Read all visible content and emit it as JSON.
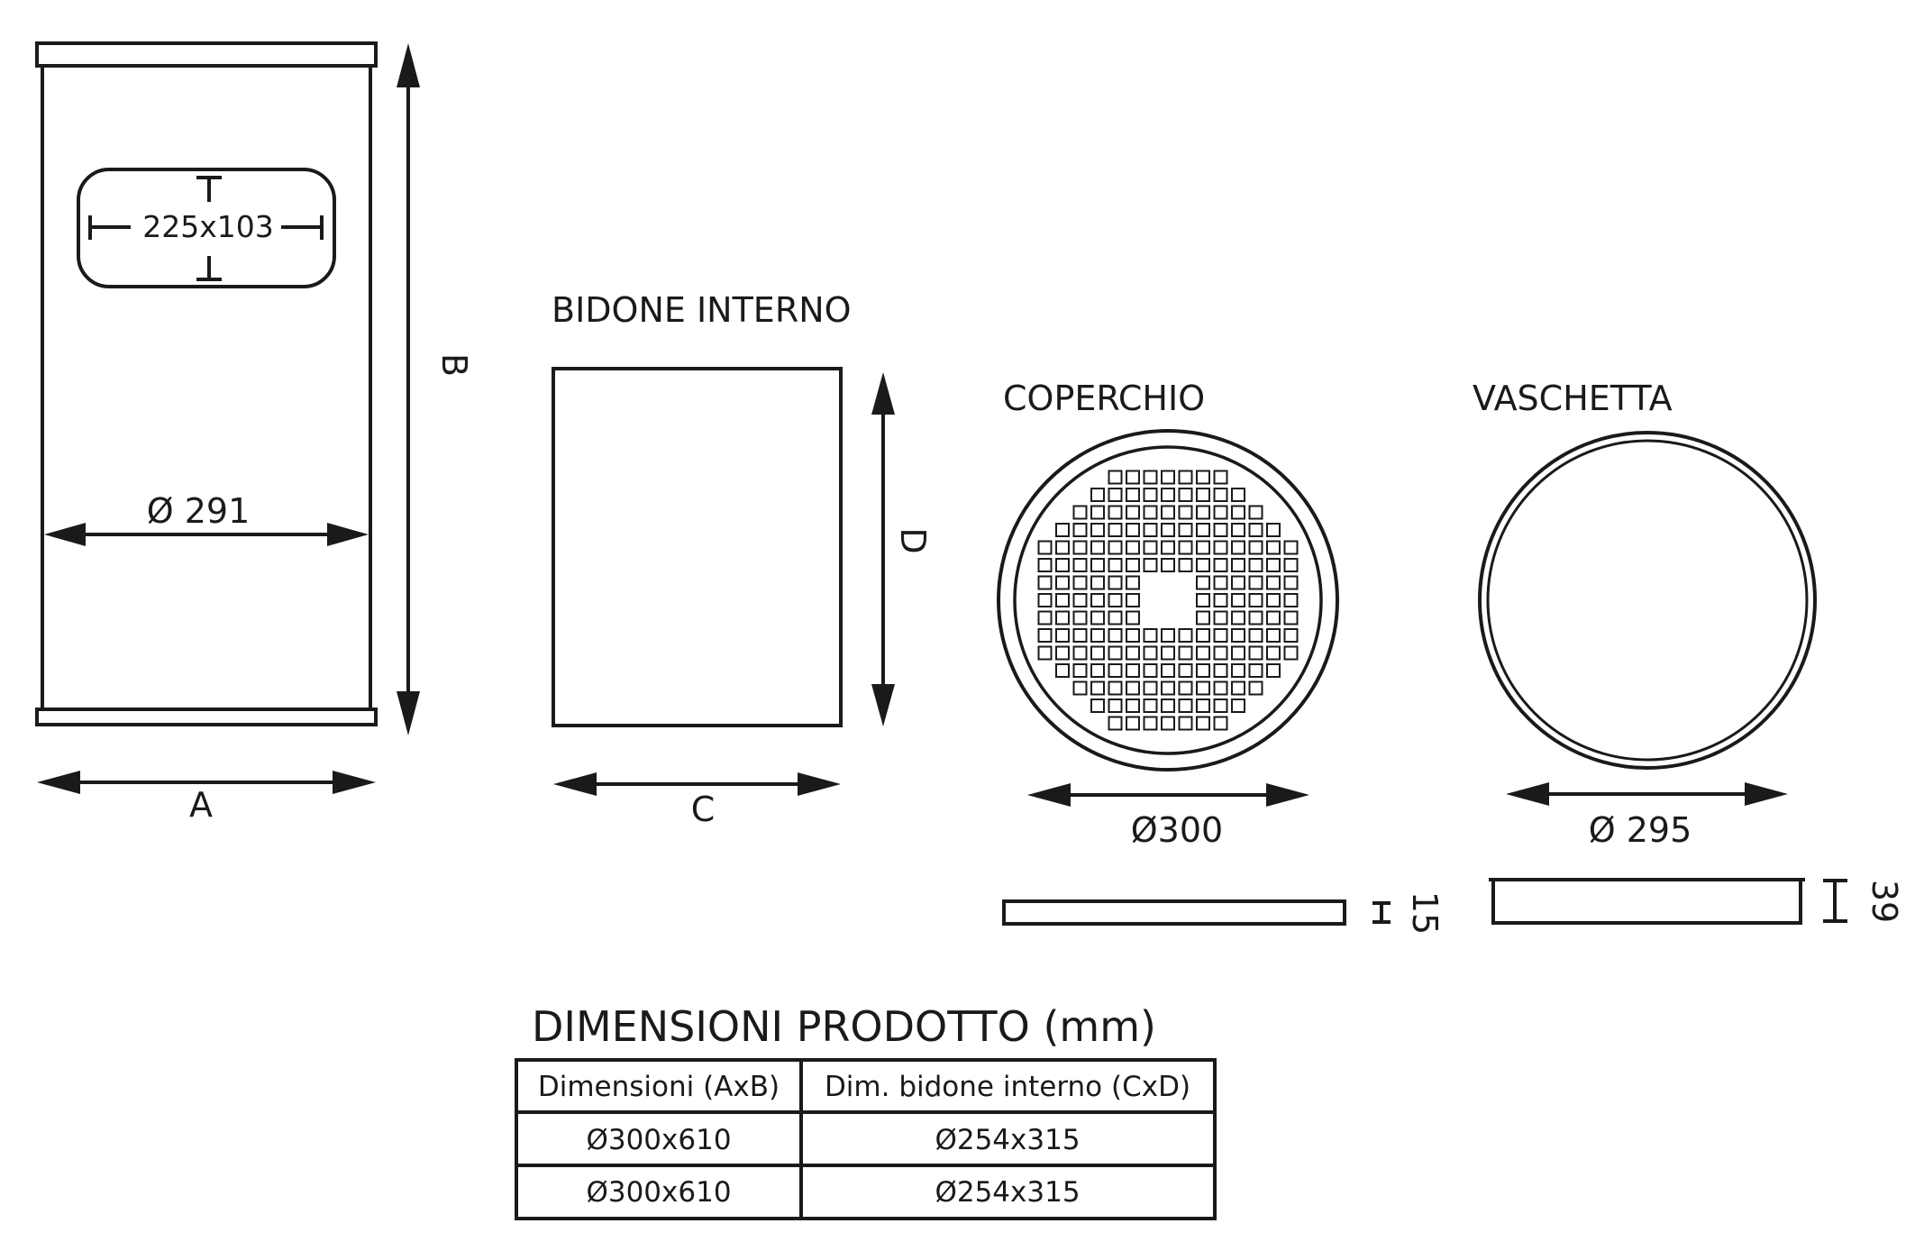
{
  "drawing": {
    "outer_bin": {
      "opening_label": "225x103",
      "diameter_label": "Ø 291",
      "width_label": "A",
      "height_label": "B"
    },
    "inner_bin": {
      "title": "BIDONE INTERNO",
      "width_label": "C",
      "height_label": "D"
    },
    "lid": {
      "title": "COPERCHIO",
      "diameter_label": "Ø300",
      "thickness_label": "15"
    },
    "tray": {
      "title": "VASCHETTA",
      "diameter_label": "Ø 295",
      "height_label": "39"
    }
  },
  "table": {
    "title": "DIMENSIONI PRODOTTO (mm)",
    "headers": [
      "Dimensioni (AxB)",
      "Dim. bidone interno (CxD)"
    ],
    "rows": [
      [
        "Ø300x610",
        "Ø254x315"
      ],
      [
        "Ø300x610",
        "Ø254x315"
      ]
    ]
  },
  "colors": {
    "line": "#1a1a1a",
    "background": "#ffffff"
  }
}
